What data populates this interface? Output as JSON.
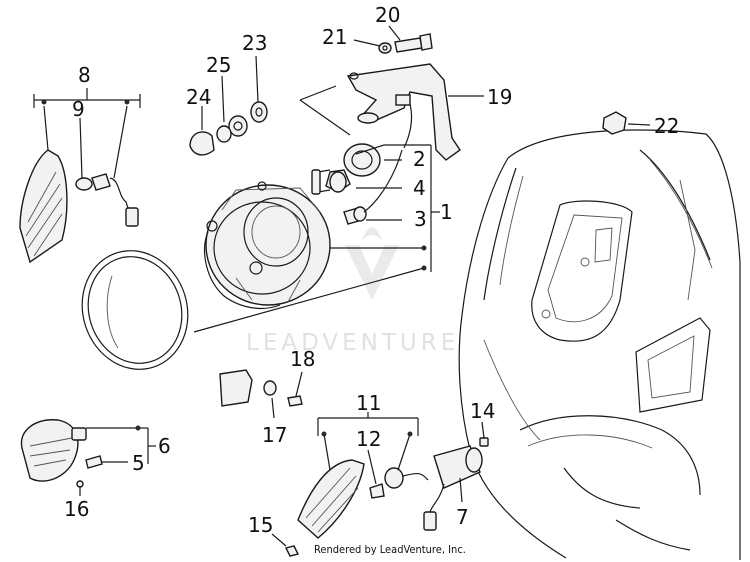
{
  "callouts": {
    "c1": "1",
    "c2": "2",
    "c3": "3",
    "c4": "4",
    "c5": "5",
    "c6": "6",
    "c7": "7",
    "c8": "8",
    "c9": "9",
    "c11": "11",
    "c12": "12",
    "c14": "14",
    "c15": "15",
    "c16": "16",
    "c17": "17",
    "c18": "18",
    "c19": "19",
    "c20": "20",
    "c21": "21",
    "c22": "22",
    "c23": "23",
    "c24": "24",
    "c25": "25"
  },
  "watermark": "LEADVENTURE",
  "credit": "Rendered by LeadVenture, Inc.",
  "icons": [
    "leadventure-logo-watermark"
  ]
}
